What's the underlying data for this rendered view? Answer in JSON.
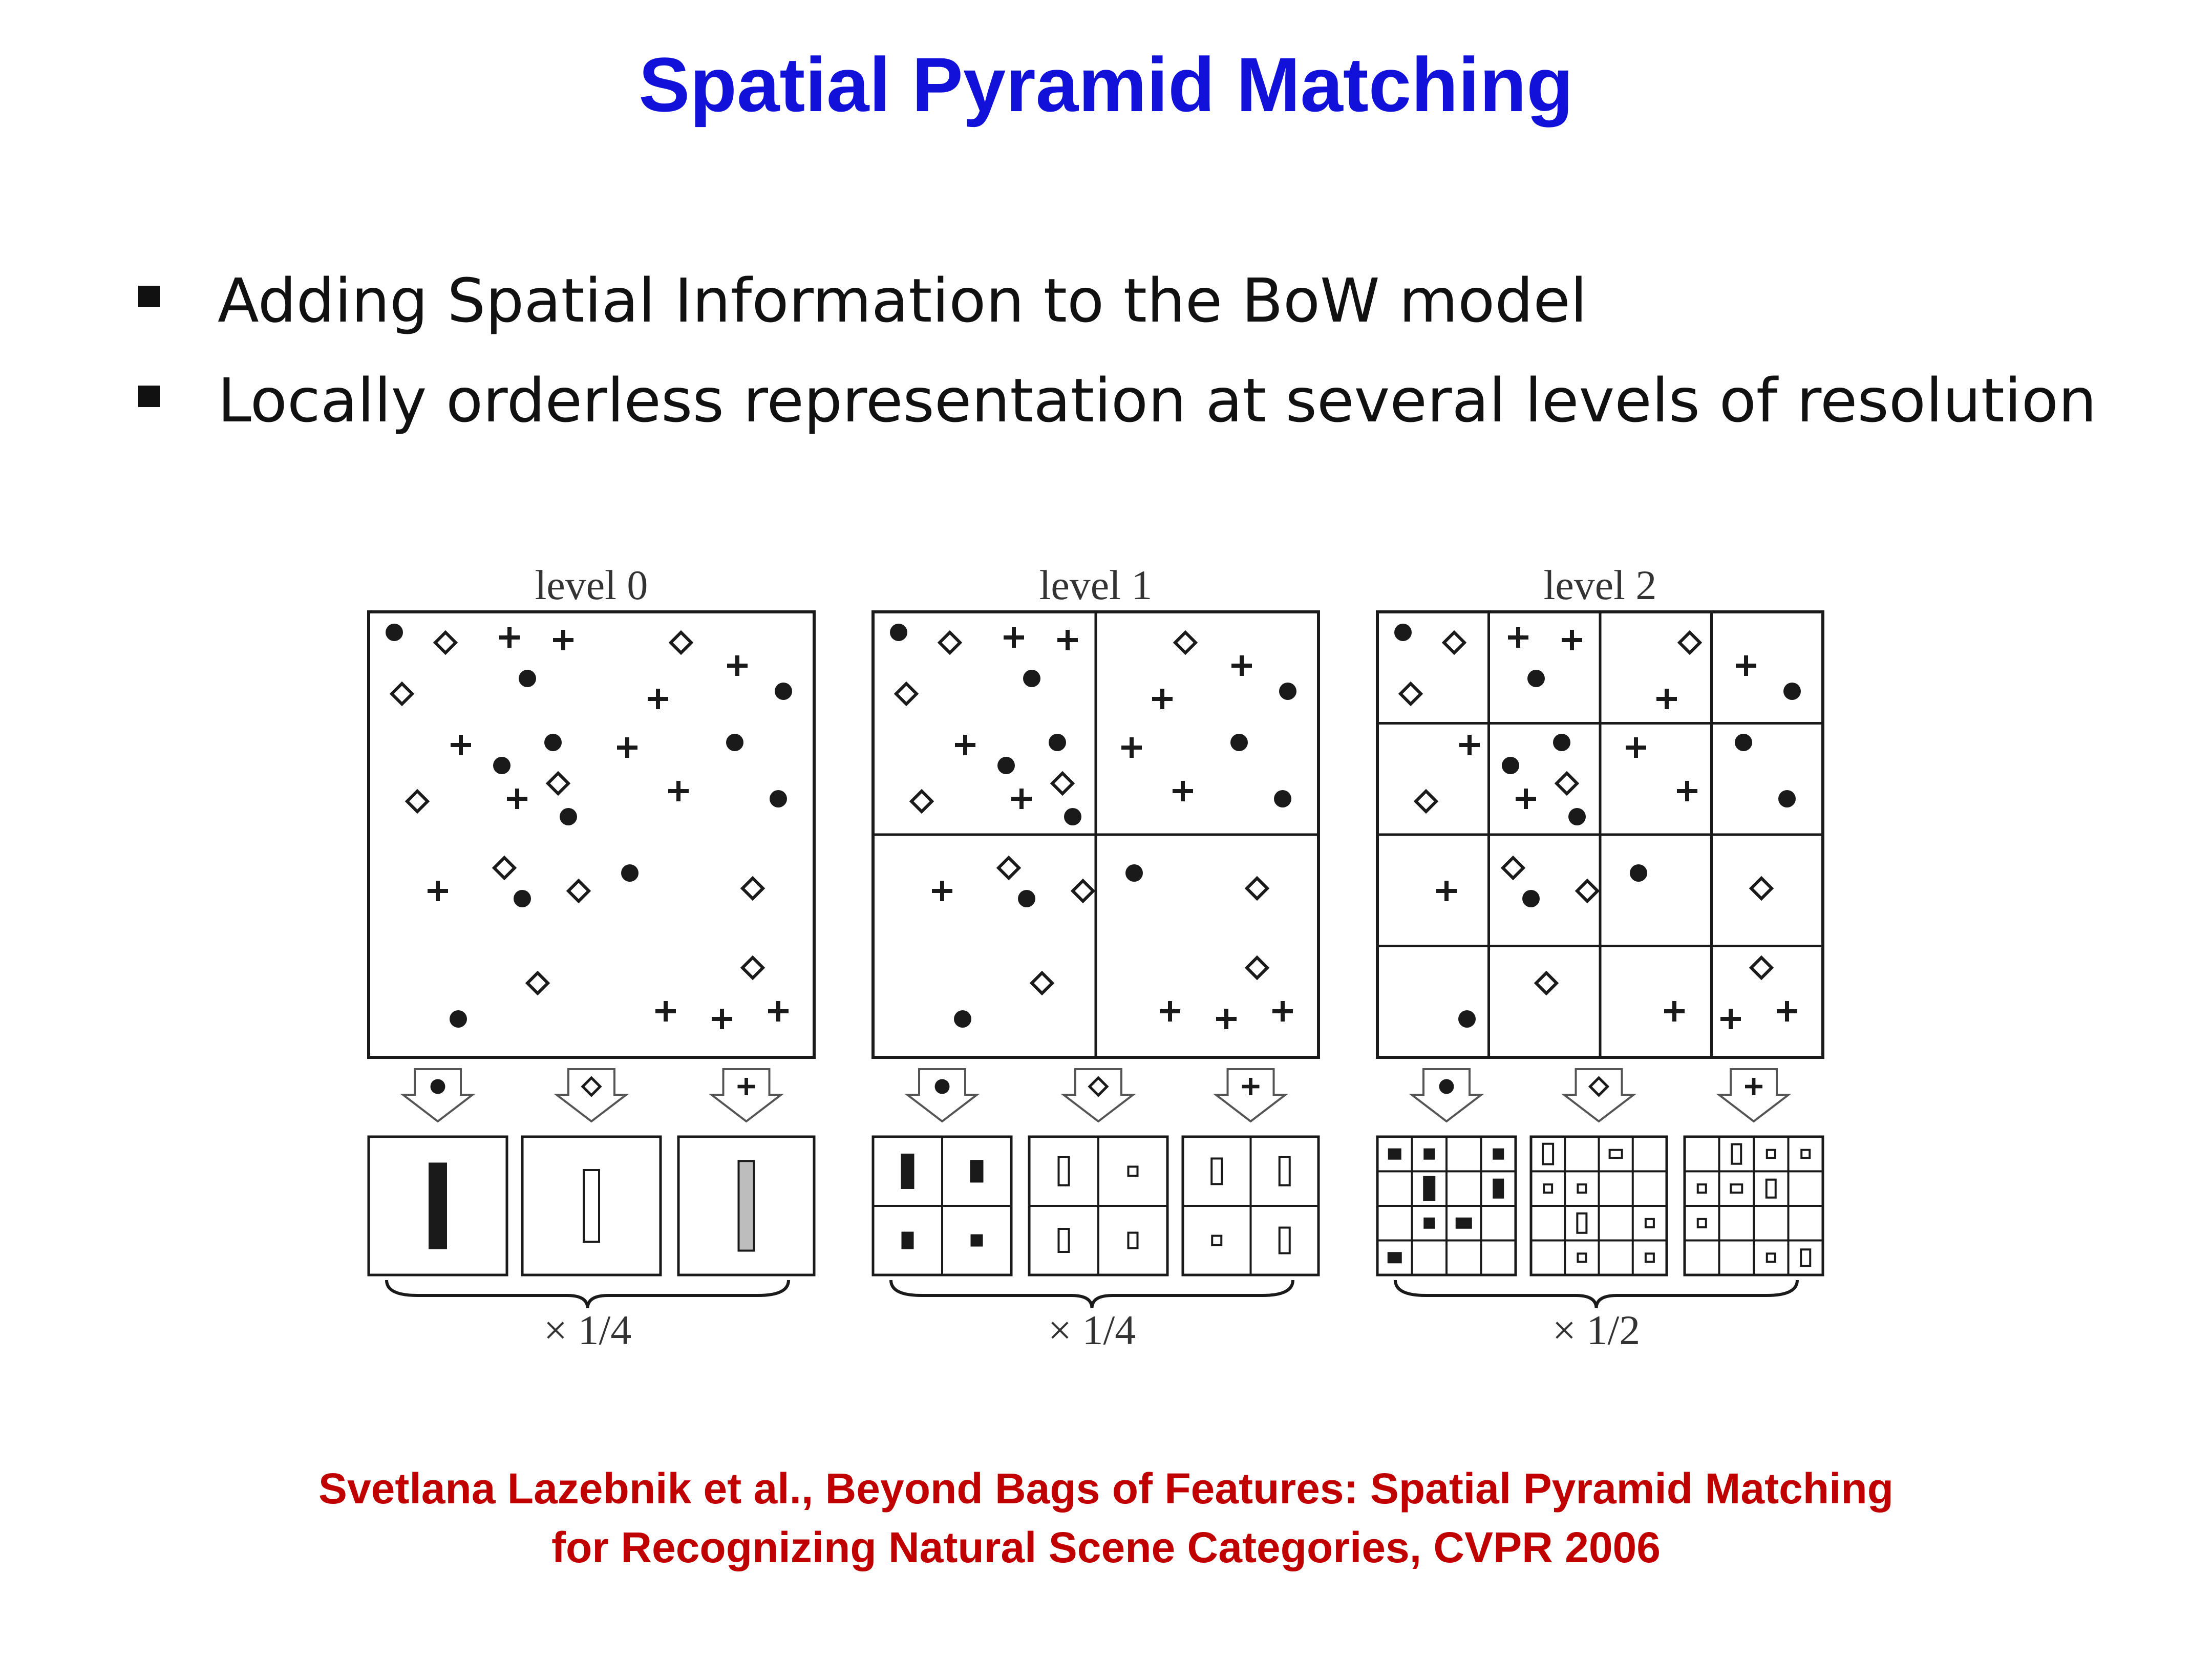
{
  "slide": {
    "title": "Spatial Pyramid Matching",
    "bullets": [
      "Adding Spatial Information to the BoW model",
      "Locally orderless representation at several levels of resolution"
    ],
    "citation_line1": "Svetlana Lazebnik et al., Beyond Bags of Features: Spatial Pyramid Matching",
    "citation_line2": "for Recognizing Natural Scene Categories, CVPR 2006",
    "colors": {
      "title": "#1111d9",
      "citation": "#c00000",
      "figure": "#1a1a1a"
    }
  },
  "figure": {
    "feature_types": [
      "dot",
      "diamond",
      "plus"
    ],
    "levels": [
      {
        "label": "level 0",
        "grid": 1,
        "weight": "× 1/4"
      },
      {
        "label": "level 1",
        "grid": 2,
        "weight": "× 1/4"
      },
      {
        "label": "level 2",
        "grid": 4,
        "weight": "× 1/2"
      }
    ]
  }
}
